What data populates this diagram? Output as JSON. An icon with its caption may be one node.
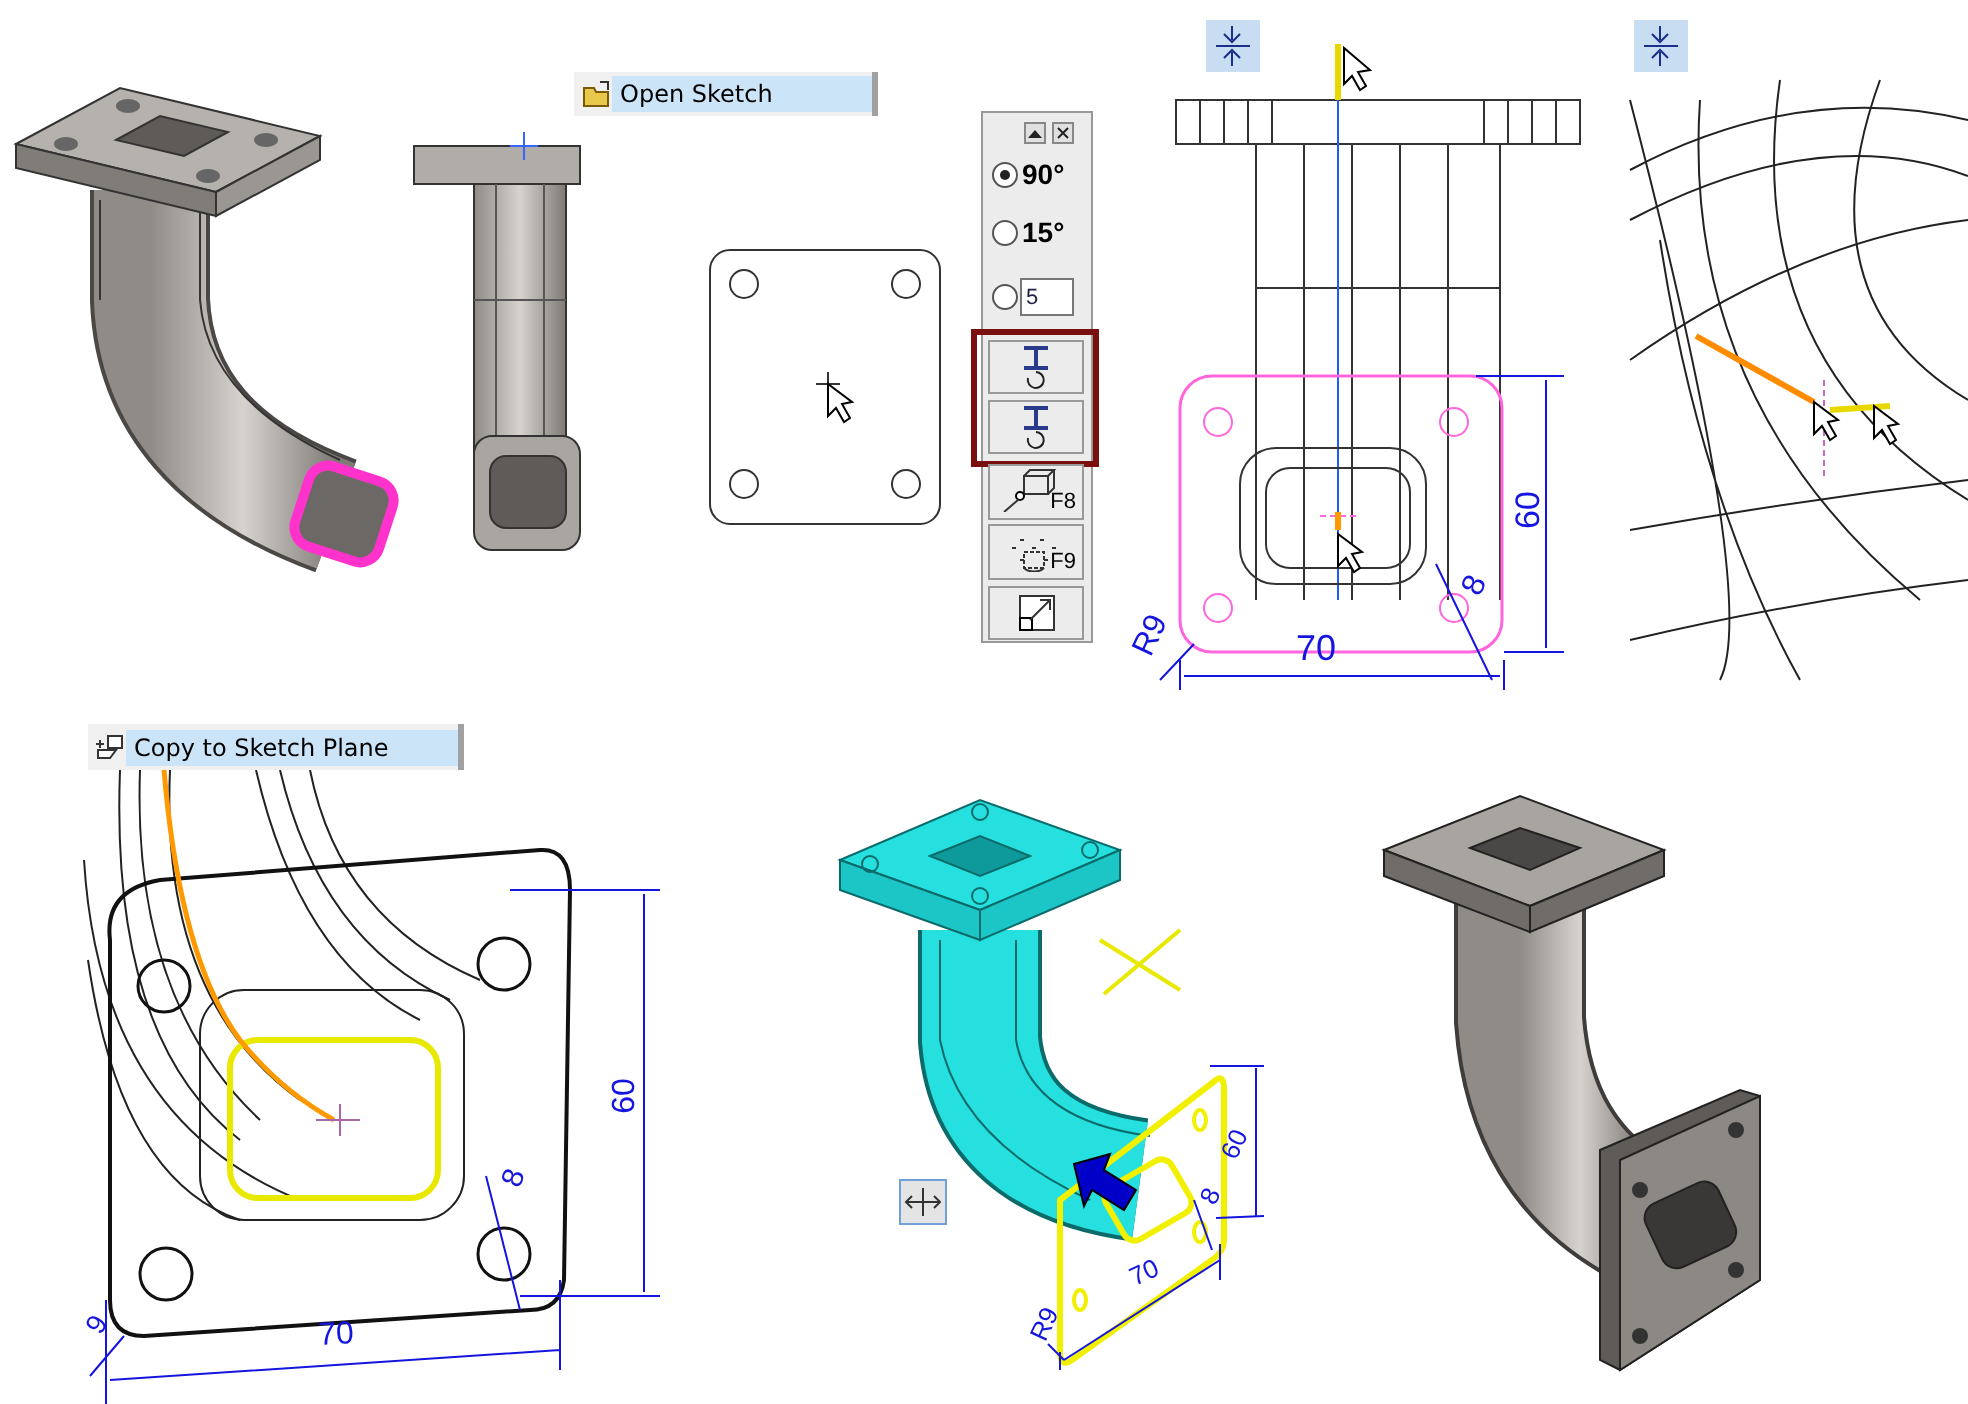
{
  "diagram": {
    "labels": [
      "Open Sketch",
      "90°",
      "15°",
      "5",
      "F8",
      "F9",
      "60",
      "8",
      "R9",
      "70",
      "Copy to Sketch Plane",
      "60",
      "8",
      "9",
      "70",
      "60",
      "8",
      "70",
      "R9"
    ]
  }
}
